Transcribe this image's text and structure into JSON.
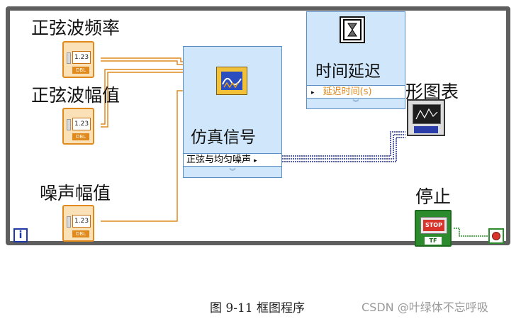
{
  "loop": {
    "iteration_icon": "i"
  },
  "controls": [
    {
      "label": "正弦波频率",
      "value": "1.23",
      "type": "DBL"
    },
    {
      "label": "正弦波幅值",
      "value": "1.23",
      "type": "DBL"
    },
    {
      "label": "噪声幅值",
      "value": "1.23",
      "type": "DBL"
    }
  ],
  "simulate_signal": {
    "title": "仿真信号",
    "output_terminal": "正弦与均匀噪声",
    "icon": "simulate-signal-icon"
  },
  "time_delay": {
    "title": "时间延迟",
    "input_terminal": "延迟时间(s)",
    "icon": "hourglass-icon"
  },
  "waveform_chart": {
    "label": "形图表",
    "icon": "waveform-chart-icon"
  },
  "stop": {
    "label": "停止",
    "button_text": "STOP",
    "type": "TF"
  },
  "caption": {
    "text": "图 9-11  框图程序"
  },
  "watermark": {
    "text": "CSDN @叶绿体不忘呼吸"
  },
  "colors": {
    "numeric_wire": "#e08a1e",
    "dynamic_data_wire": "#1f2a8c",
    "boolean_wire": "#2c8b2c",
    "node_fill": "#cfe6fb",
    "loop_border": "#5e5e5e"
  }
}
